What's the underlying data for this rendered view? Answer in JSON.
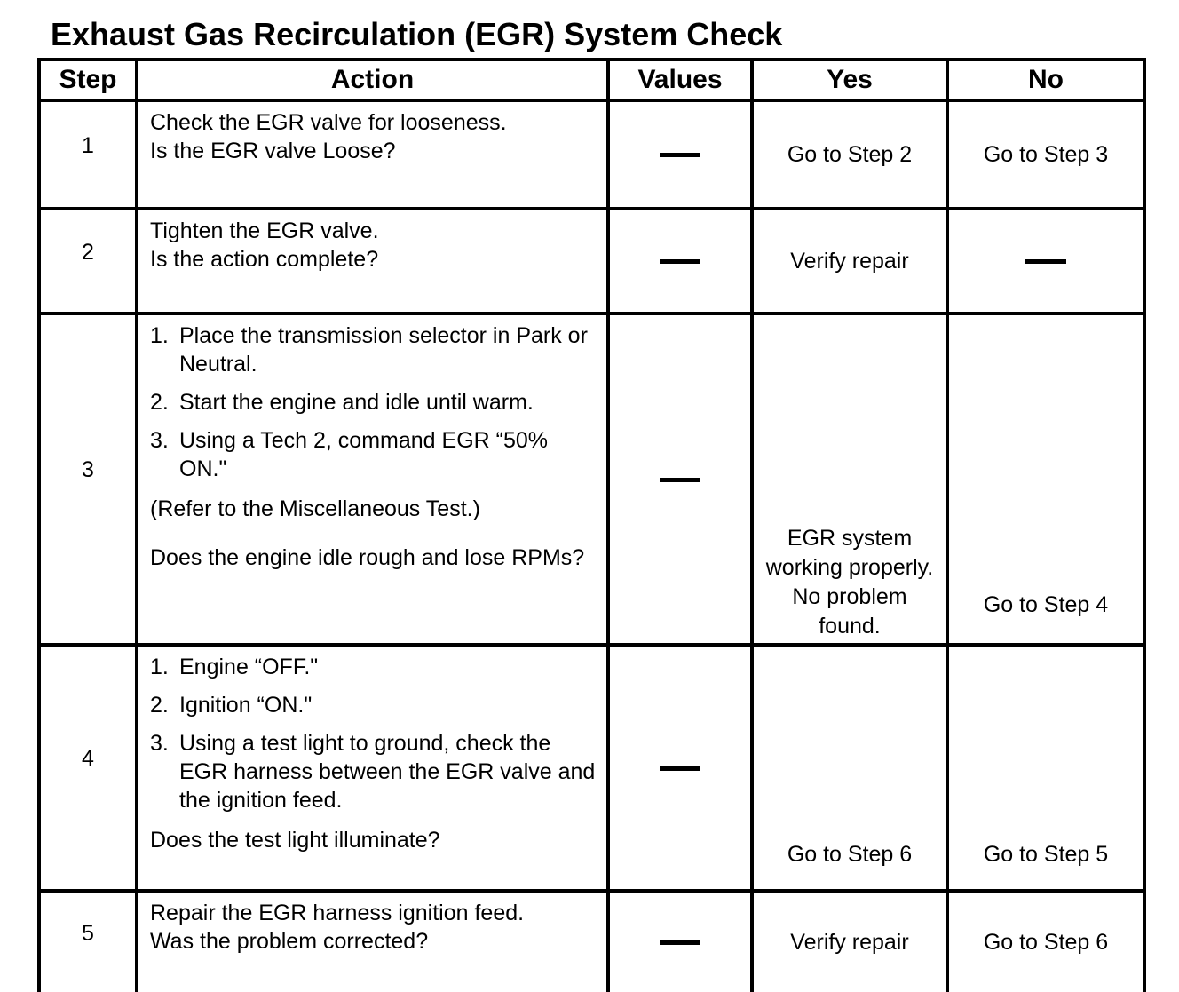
{
  "title": "Exhaust Gas Recirculation (EGR) System Check",
  "table": {
    "columns": [
      "Step",
      "Action",
      "Values",
      "Yes",
      "No"
    ],
    "rows": [
      {
        "step": "1",
        "action": [
          {
            "t": "line",
            "text": "Check the EGR valve for looseness."
          },
          {
            "t": "line",
            "text": "Is the EGR valve Loose?"
          }
        ],
        "values": "—",
        "yes": "Go to Step 2",
        "no": "Go to Step 3"
      },
      {
        "step": "2",
        "action": [
          {
            "t": "line",
            "text": "Tighten the EGR valve."
          },
          {
            "t": "line",
            "text": "Is the action complete?"
          }
        ],
        "values": "—",
        "yes": "Verify repair",
        "no": "—"
      },
      {
        "step": "3",
        "action": [
          {
            "t": "li",
            "num": "1.",
            "text": "Place the transmission selector in Park or Neutral."
          },
          {
            "t": "li",
            "num": "2.",
            "text": "Start the engine and idle until warm."
          },
          {
            "t": "li",
            "num": "3.",
            "text": "Using a Tech 2, command EGR “50% ON.\""
          },
          {
            "t": "p",
            "text": "(Refer to the Miscellaneous Test.)"
          },
          {
            "t": "q",
            "text": "Does the engine idle rough and lose RPMs?"
          }
        ],
        "values": "—",
        "yes": "EGR system working properly. No problem found.",
        "no": "Go to Step 4"
      },
      {
        "step": "4",
        "action": [
          {
            "t": "li",
            "num": "1.",
            "text": "Engine “OFF.\""
          },
          {
            "t": "li",
            "num": "2.",
            "text": "Ignition “ON.\""
          },
          {
            "t": "li",
            "num": "3.",
            "text": "Using a test light to ground, check the EGR harness between the EGR valve and the ignition feed."
          },
          {
            "t": "p",
            "text": "Does the test light illuminate?"
          }
        ],
        "values": "—",
        "yes": "Go to Step 6",
        "no": "Go to Step 5"
      },
      {
        "step": "5",
        "action": [
          {
            "t": "line",
            "text": "Repair the EGR harness ignition feed."
          },
          {
            "t": "line",
            "text": "Was the problem corrected?"
          }
        ],
        "values": "—",
        "yes": "Verify repair",
        "no": "Go to Step 6"
      }
    ]
  }
}
